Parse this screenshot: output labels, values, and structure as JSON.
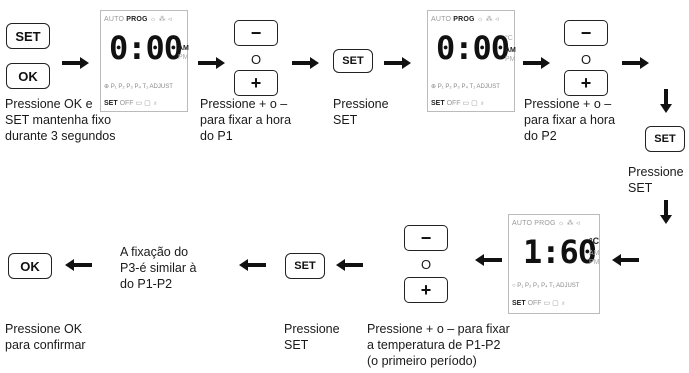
{
  "buttons": {
    "set": "SET",
    "ok": "OK",
    "minus": "−",
    "plus": "+",
    "or": "O"
  },
  "lcd": {
    "top_auto": "AUTO",
    "top_prog": "PROG",
    "time": "0:00",
    "am": "AM",
    "pm": "PM",
    "celsius": "°C",
    "periods": "P₁ P₂ P₃ P₄ T₁ ADJUST",
    "bottom_set": "SET",
    "bottom_off": "OFF",
    "temp": "1:60"
  },
  "captions": {
    "step1": "Pressione OK e\nSET  mantenha fixo\ndurante 3 segundos",
    "step2": "Pressione + o –\npara fixar a hora\ndo P1",
    "step3": "Pressione\nSET",
    "step4": "Pressione + o –\npara fixar a hora\ndo P2",
    "step5": "Pressione\nSET",
    "step6": "Pressione + o – para fixar\na temperatura de P1-P2\n(o primeiro período)",
    "step7": "Pressione\nSET",
    "step8": "A fixação do\nP3-é similar à\ndo P1-P2",
    "step9": "Pressione OK\npara confirmar"
  }
}
